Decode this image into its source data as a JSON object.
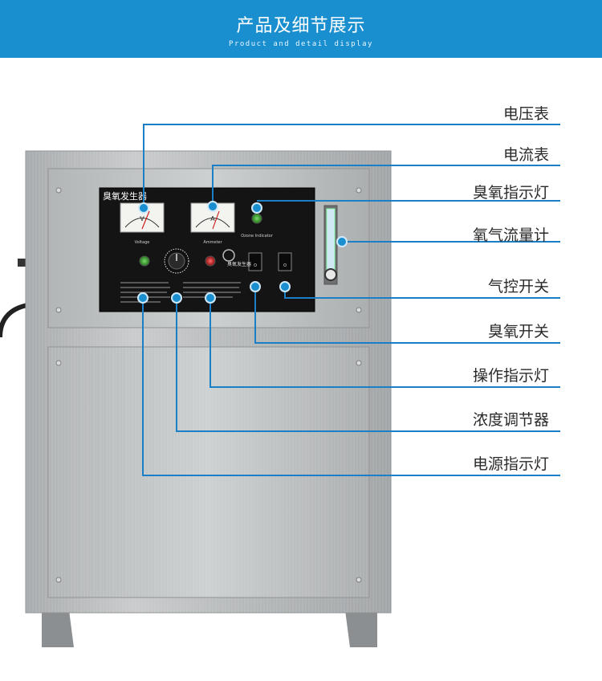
{
  "header": {
    "title": "产品及细节展示",
    "subtitle": "Product and detail display"
  },
  "panel": {
    "brand": "臭氧发生器",
    "voltmeter_letter": "V",
    "ammeter_letter": "A",
    "voltmeter_caption": "Voltage",
    "ammeter_caption": "Ammeter",
    "ozone_indicator_caption": "Ozone Indicator",
    "logo_text": "臭氧发生器"
  },
  "callouts": [
    {
      "label": "电压表"
    },
    {
      "label": "电流表"
    },
    {
      "label": "臭氧指示灯"
    },
    {
      "label": "氧气流量计"
    },
    {
      "label": "气控开关"
    },
    {
      "label": "臭氧开关"
    },
    {
      "label": "操作指示灯"
    },
    {
      "label": "浓度调节器"
    },
    {
      "label": "电源指示灯"
    }
  ],
  "colors": {
    "banner": "#1a8fd0",
    "line": "#1a7fc4",
    "cabinet": "#b9bcbd"
  }
}
